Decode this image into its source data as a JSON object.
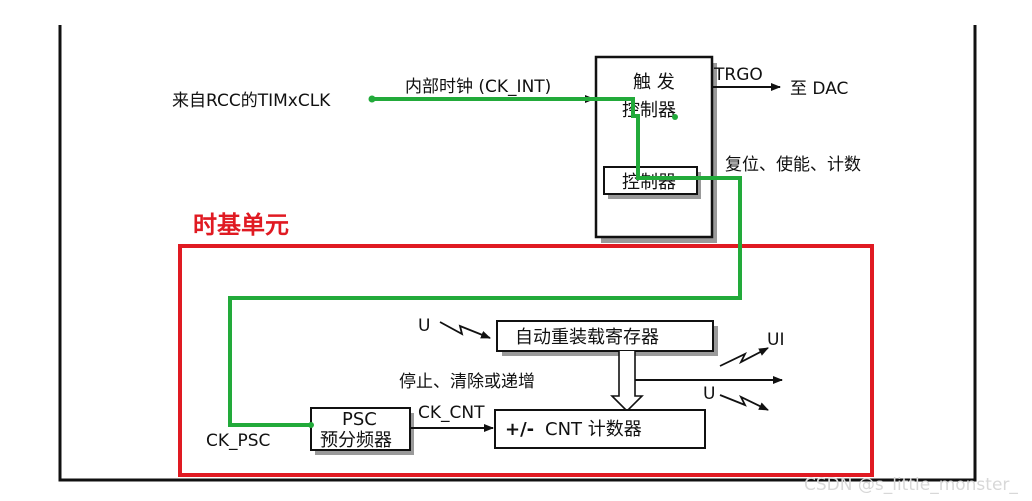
{
  "diagram": {
    "inputs": {
      "rcc_clock": "来自RCC的TIMxCLK",
      "internal_clock": "内部时钟 (CK_INT)"
    },
    "trigger_controller": {
      "line1": "触 发",
      "line2": "控制器",
      "inner_box": "控制器"
    },
    "outputs": {
      "trgo": "TRGO",
      "to_dac": "至 DAC",
      "reset_enable_count": "复位、使能、计数"
    },
    "time_base": {
      "title": "时基单元",
      "u_in": "U",
      "arr": "自动重装载寄存器",
      "ui": "UI",
      "u_out": "U",
      "stop_clear": "停止、清除或递增",
      "ck_psc": "CK_PSC",
      "psc_line1": "PSC",
      "psc_line2": "预分频器",
      "ck_cnt": "CK_CNT",
      "cnt_sign": "+/-",
      "cnt_label": "CNT 计数器"
    },
    "watermark": "CSDN @s_little_monster_",
    "colors": {
      "clock_path": "#22aa3a",
      "section_frame": "#e01a22",
      "box_shadow": "#9a9a9a"
    }
  }
}
